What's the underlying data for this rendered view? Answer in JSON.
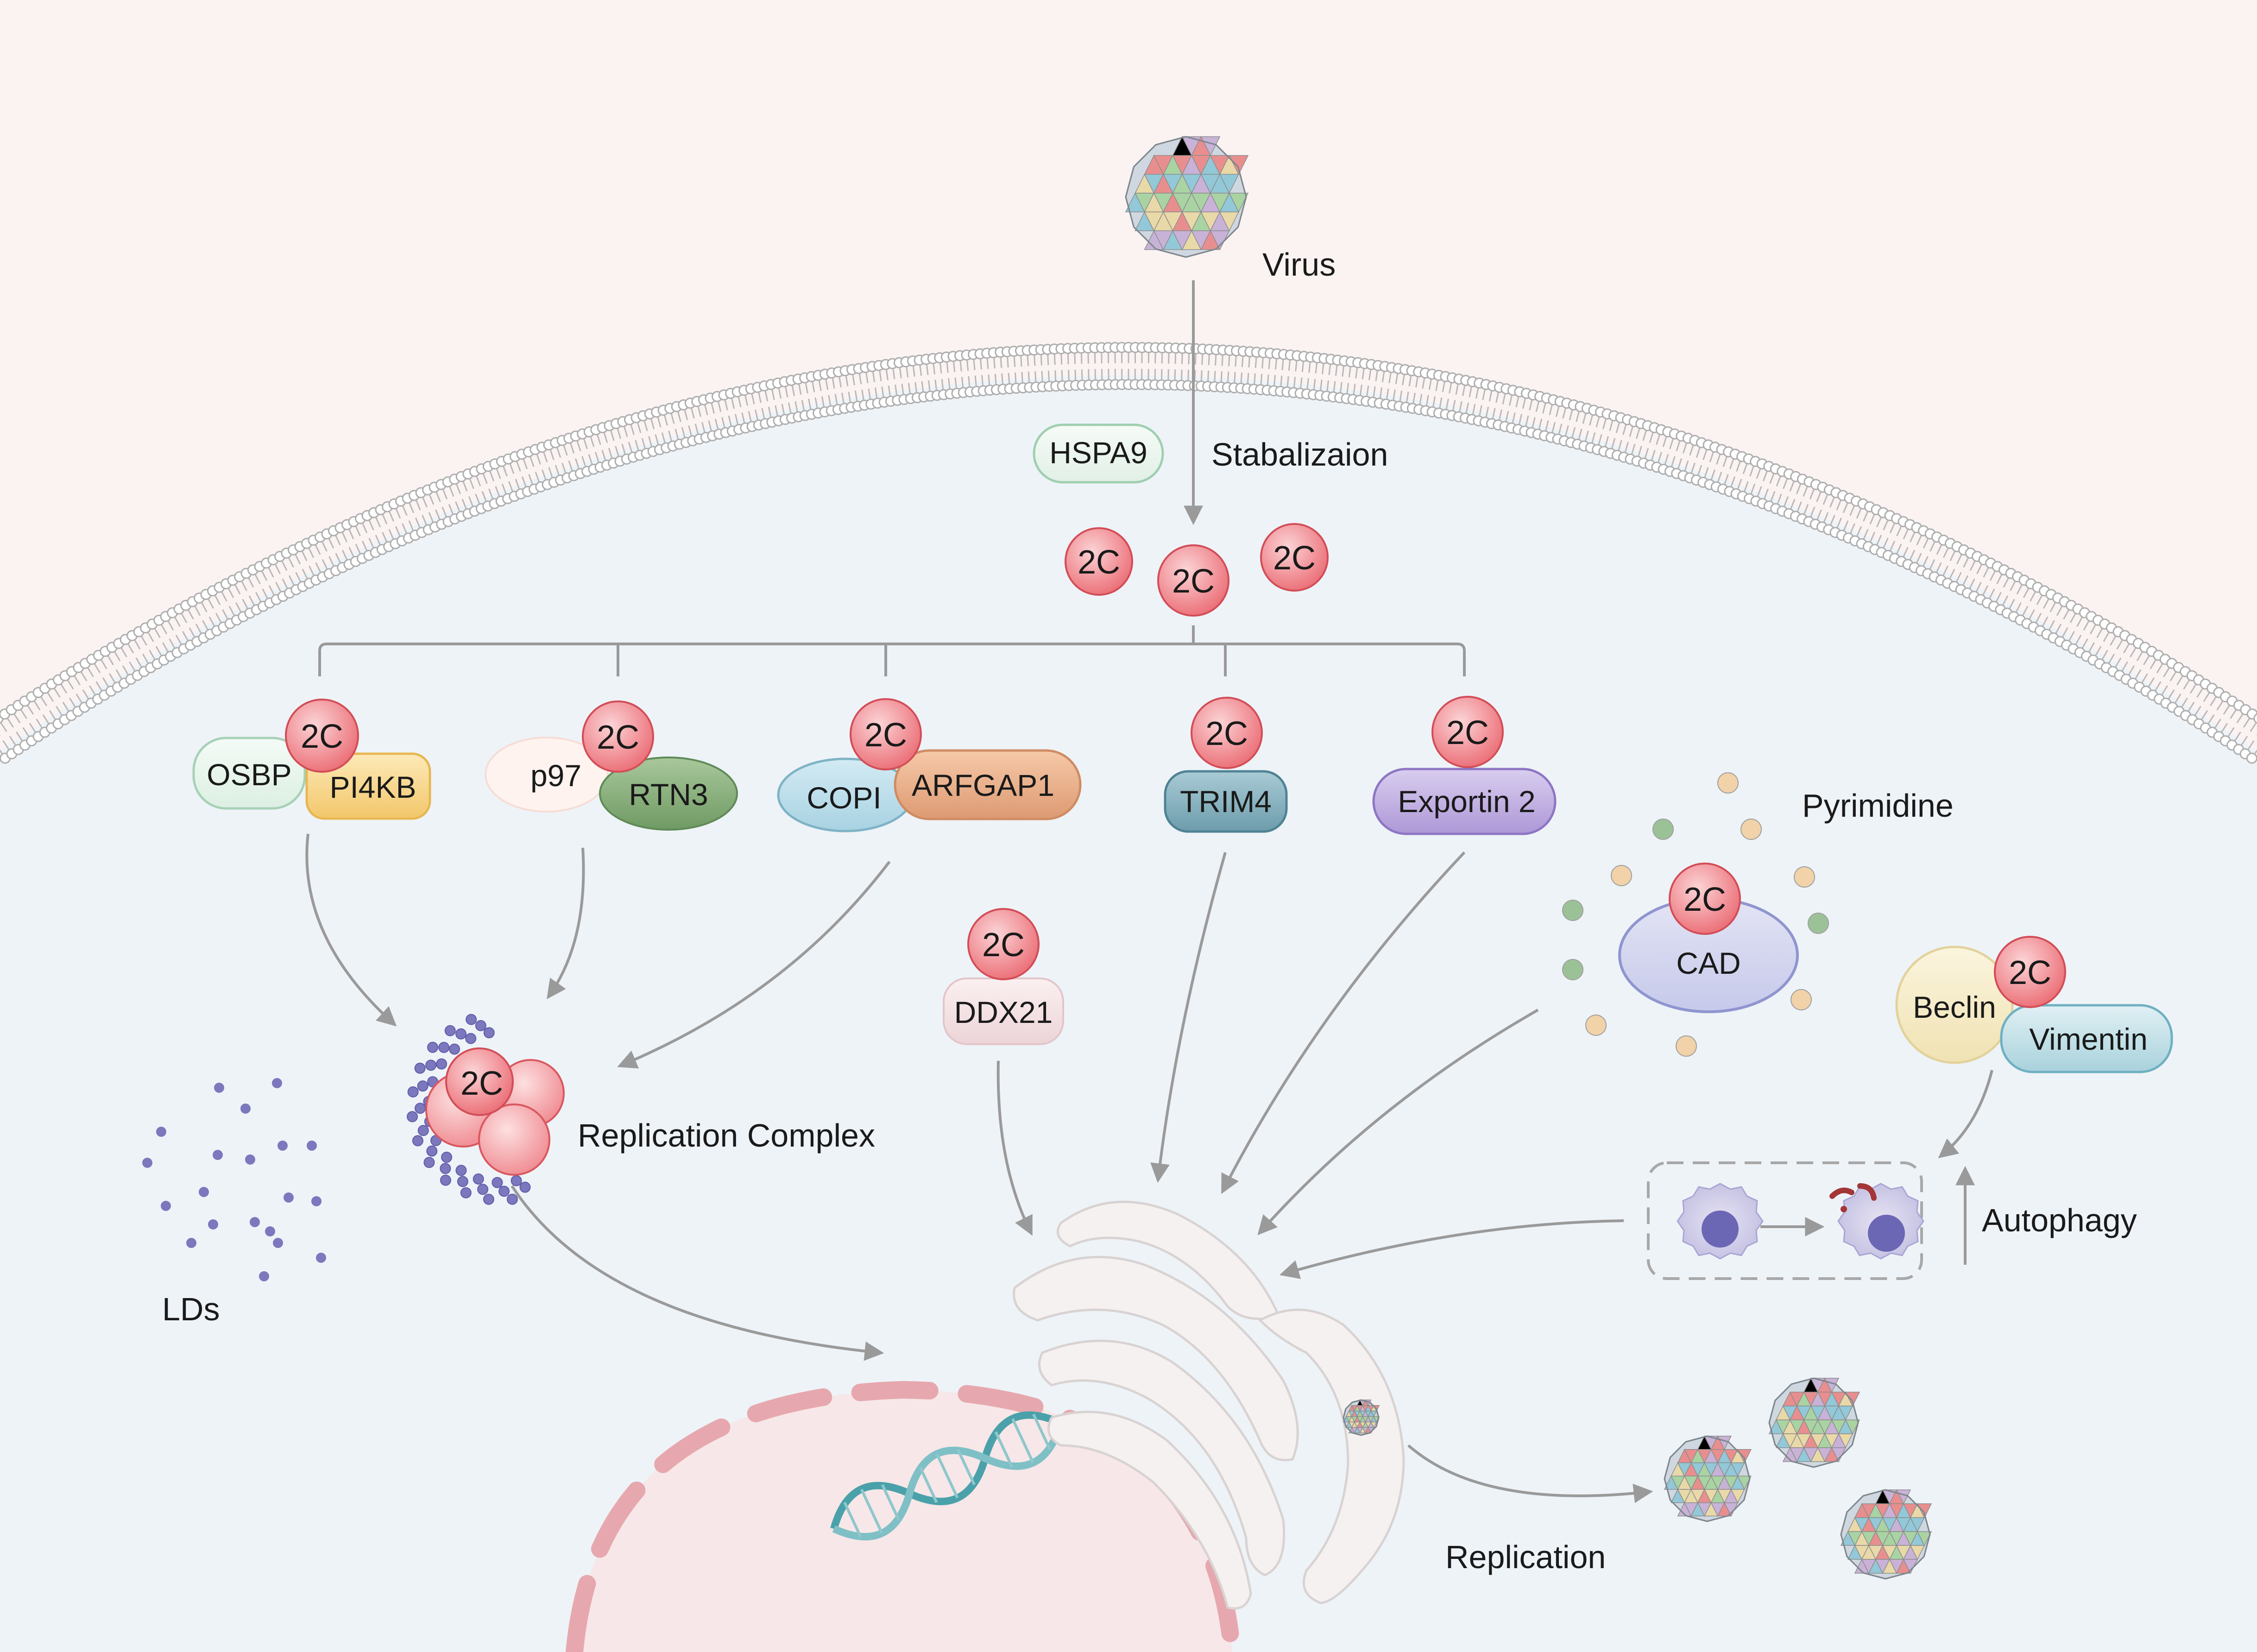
{
  "labels": {
    "virus": "Virus",
    "stabilization": "Stabalizaion",
    "hspa9": "HSPA9",
    "osbp": "OSBP",
    "pi4kb": "PI4KB",
    "p97": "p97",
    "rtn3": "RTN3",
    "copi": "COPI",
    "arfgap1": "ARFGAP1",
    "trim4": "TRIM4",
    "exportin2": "Exportin 2",
    "pyrimidine": "Pyrimidine",
    "cad": "CAD",
    "ddx21": "DDX21",
    "beclin": "Beclin",
    "vimentin": "Vimentin",
    "replication_complex": "Replication Complex",
    "autophagy": "Autophagy",
    "lds": "LDs",
    "replication": "Replication"
  },
  "protein_2c": "2C",
  "colors": {
    "extracellular": "#fbf3f2",
    "cytoplasm": "#eef3f8",
    "membrane": "#d0d0d0",
    "protein_2c": "#ee7f86",
    "nucleus": "#f7e7e8",
    "nucleus_border": "#e6a8ae",
    "arrow": "#9a9a9a",
    "lipid_droplet": "#7c78bd"
  }
}
